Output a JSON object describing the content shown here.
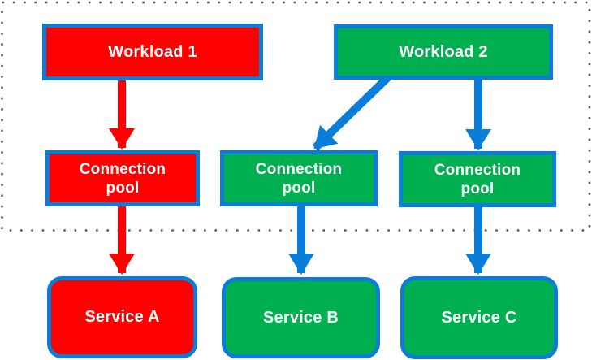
{
  "colors": {
    "red": "#FF0000",
    "green": "#00B050",
    "blue": "#0A7DD9",
    "dot": "#595959",
    "label": "#FFFFFF",
    "background": "#FFFFFF"
  },
  "boundary": {
    "style": "dotted-rectangle"
  },
  "nodes": {
    "workload1": {
      "label": "Workload 1",
      "fill": "red"
    },
    "workload2": {
      "label": "Workload 2",
      "fill": "green"
    },
    "pool_a": {
      "line1": "Connection",
      "line2": "pool",
      "fill": "red"
    },
    "pool_b": {
      "line1": "Connection",
      "line2": "pool",
      "fill": "green"
    },
    "pool_c": {
      "line1": "Connection",
      "line2": "pool",
      "fill": "green"
    },
    "service_a": {
      "label": "Service A",
      "fill": "red"
    },
    "service_b": {
      "label": "Service B",
      "fill": "green"
    },
    "service_c": {
      "label": "Service C",
      "fill": "green"
    }
  },
  "edges": [
    {
      "from": "workload1",
      "to": "pool_a",
      "color": "red"
    },
    {
      "from": "workload2",
      "to": "pool_b",
      "color": "blue"
    },
    {
      "from": "workload2",
      "to": "pool_c",
      "color": "blue"
    },
    {
      "from": "pool_a",
      "to": "service_a",
      "color": "red"
    },
    {
      "from": "pool_b",
      "to": "service_b",
      "color": "blue"
    },
    {
      "from": "pool_c",
      "to": "service_c",
      "color": "blue"
    }
  ]
}
